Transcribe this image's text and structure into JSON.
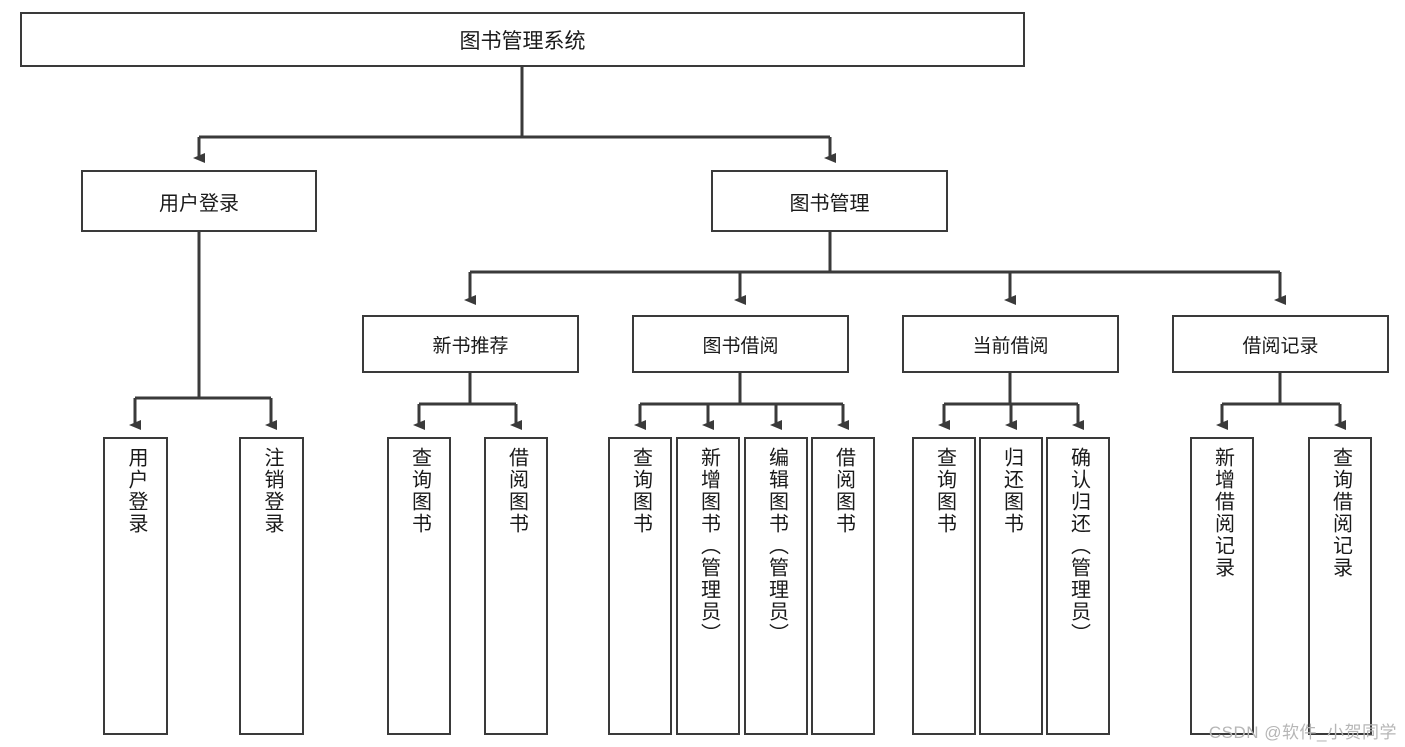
{
  "diagram": {
    "title": "图书管理系统",
    "type": "tree",
    "root": {
      "id": "root",
      "label": "图书管理系统"
    },
    "level1": [
      {
        "id": "user-login",
        "label": "用户登录"
      },
      {
        "id": "book-management",
        "label": "图书管理"
      }
    ],
    "level2": [
      {
        "id": "new-book-recommend",
        "label": "新书推荐",
        "parent": "book-management"
      },
      {
        "id": "book-borrow",
        "label": "图书借阅",
        "parent": "book-management"
      },
      {
        "id": "current-borrow",
        "label": "当前借阅",
        "parent": "book-management"
      },
      {
        "id": "borrow-record",
        "label": "借阅记录",
        "parent": "book-management"
      }
    ],
    "leaves": {
      "user_login": [
        {
          "id": "leaf-user-login",
          "label": "用户登录"
        },
        {
          "id": "leaf-logout",
          "label": "注销登录"
        }
      ],
      "new_book_recommend": [
        {
          "id": "leaf-query-book-1",
          "label": "查询图书"
        },
        {
          "id": "leaf-borrow-book-1",
          "label": "借阅图书"
        }
      ],
      "book_borrow": [
        {
          "id": "leaf-query-book-2",
          "label": "查询图书"
        },
        {
          "id": "leaf-add-book",
          "label": "新增图书（管理员）"
        },
        {
          "id": "leaf-edit-book",
          "label": "编辑图书（管理员）"
        },
        {
          "id": "leaf-borrow-book-2",
          "label": "借阅图书"
        }
      ],
      "current_borrow": [
        {
          "id": "leaf-query-book-3",
          "label": "查询图书"
        },
        {
          "id": "leaf-return-book",
          "label": "归还图书"
        },
        {
          "id": "leaf-confirm-return",
          "label": "确认归还（管理员）"
        }
      ],
      "borrow_record": [
        {
          "id": "leaf-add-record",
          "label": "新增借阅记录"
        },
        {
          "id": "leaf-query-record",
          "label": "查询借阅记录"
        }
      ]
    }
  },
  "watermark": {
    "text": "CSDN @软件_小贺同学"
  },
  "colors": {
    "border": "#3a3a3a",
    "background": "#ffffff",
    "text": "#1a1a1a",
    "watermark": "#b6b6b6"
  }
}
